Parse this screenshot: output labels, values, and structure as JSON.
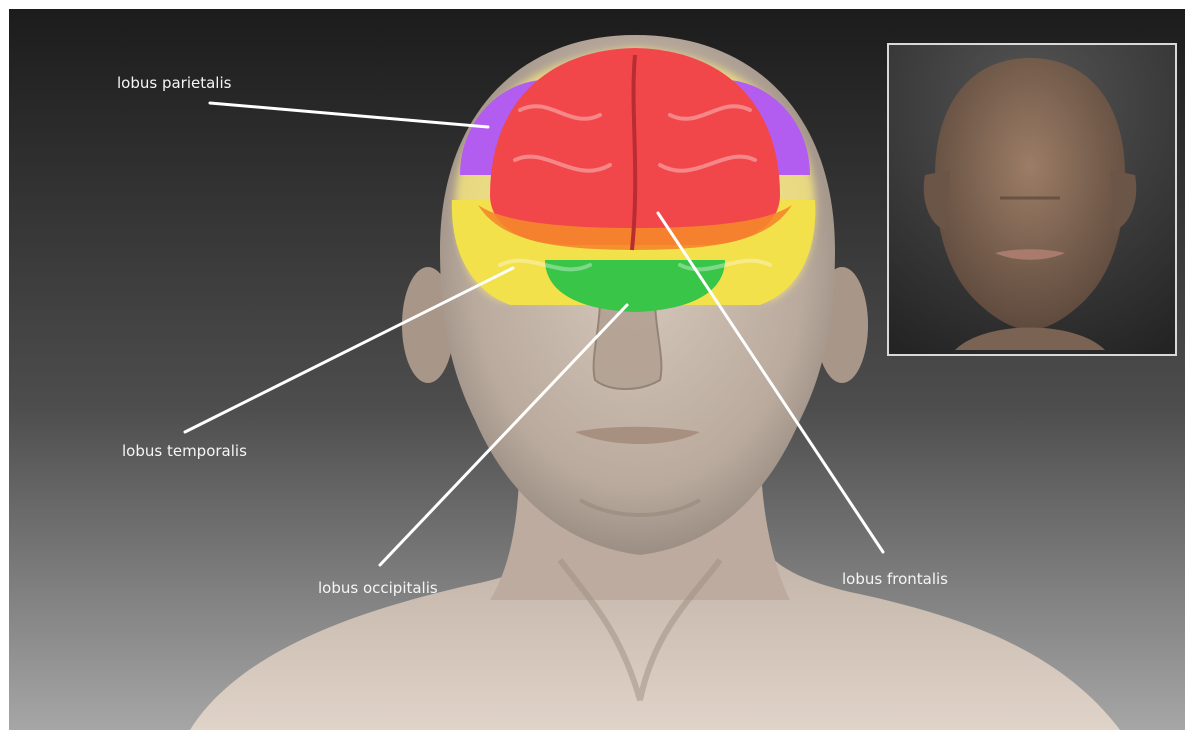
{
  "labels": {
    "parietal": "lobus parietalis",
    "temporal": "lobus temporalis",
    "occipital": "lobus occipitalis",
    "frontal": "lobus frontalis"
  },
  "colors": {
    "parietal": "#b45cf0",
    "frontal": "#f2484a",
    "temporal": "#f5e64a",
    "occipital": "#3ec94a",
    "skin": "#cdbfb3",
    "background_top": "#1e1e1e",
    "background_bottom": "#9b9b9b"
  }
}
